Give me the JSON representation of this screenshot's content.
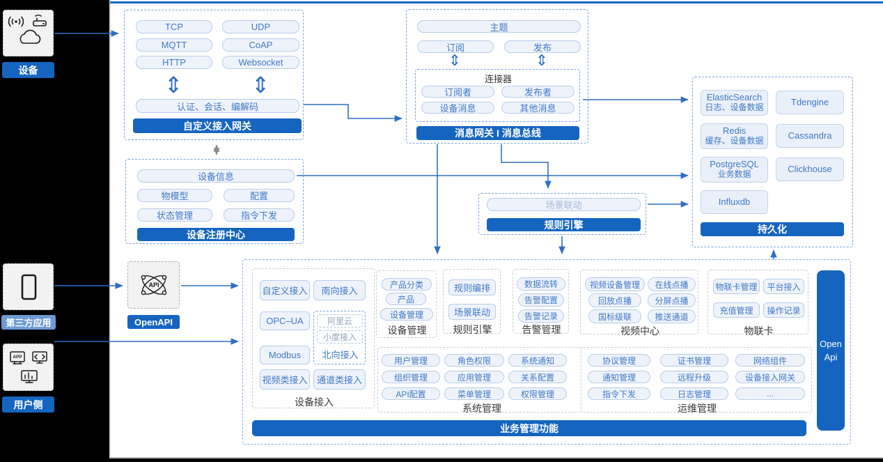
{
  "icons": {
    "updown_arrow": "⇕"
  },
  "left_rail": {
    "device": {
      "label": "设备"
    },
    "third_party": {
      "label": "第三方应用"
    },
    "user_side": {
      "label": "用户侧",
      "icon_app_text": "APP"
    }
  },
  "gateway_box": {
    "protocols": [
      "TCP",
      "UDP",
      "MQTT",
      "CoAP",
      "HTTP",
      "Websocket"
    ],
    "auth_pill": "认证、会话、编解码",
    "title": "自定义接入网关"
  },
  "message_box": {
    "topic": "主题",
    "subscribe": "订阅",
    "publish": "发布",
    "connector_title": "连接器",
    "connector_items": [
      "订阅者",
      "发布者",
      "设备消息",
      "其他消息"
    ],
    "title": "消息网关 I 消息总线"
  },
  "persistence_box": {
    "stores": [
      {
        "name": "ElasticSearch",
        "sub": "日志、设备数据"
      },
      {
        "name": "Tdengine",
        "sub": ""
      },
      {
        "name": "Redis",
        "sub": "缓存、设备数据"
      },
      {
        "name": "Cassandra",
        "sub": ""
      },
      {
        "name": "PostgreSQL",
        "sub": "业务数据"
      },
      {
        "name": "Clickhouse",
        "sub": ""
      },
      {
        "name": "Influxdb",
        "sub": ""
      }
    ],
    "title": "持久化"
  },
  "registry_box": {
    "device_info": "设备信息",
    "pills": [
      "物模型",
      "配置",
      "状态管理",
      "指令下发"
    ],
    "title": "设备注册中心"
  },
  "rule_box": {
    "pill": "场景联动",
    "title": "规则引擎"
  },
  "openapi": {
    "label": "OpenAPI",
    "icon_text": "API"
  },
  "business_box": {
    "title": "业务管理功能",
    "open_api_bar": {
      "line1": "Open",
      "line2": "Api"
    },
    "device_access": {
      "label": "设备接入",
      "left_pills": [
        "自定义接入",
        "OPC–UA",
        "Modbus",
        "视频类接入"
      ],
      "right_top": "南向接入",
      "north_box": {
        "pills": [
          "阿里云",
          "小度接入"
        ],
        "label": "北向接入"
      },
      "right_bottom": "通道类接入"
    },
    "device_mgmt": {
      "label": "设备管理",
      "pills": [
        "产品分类",
        "产品",
        "设备管理"
      ]
    },
    "rule_engine": {
      "label": "规则引擎",
      "pills": [
        "规则编排",
        "场景联动"
      ]
    },
    "alarm_mgmt": {
      "label": "告警管理",
      "pills": [
        "数据流转",
        "告警配置",
        "告警记录"
      ]
    },
    "video_center": {
      "label": "视频中心",
      "pills": [
        "视频设备管理",
        "在线点播",
        "回放点播",
        "分屏点播",
        "国标级联",
        "推送通道"
      ]
    },
    "iot_card": {
      "label": "物联卡",
      "pills": [
        "物联卡管理",
        "平台接入",
        "充值管理",
        "操作记录"
      ]
    },
    "system_mgmt": {
      "label": "系统管理",
      "pills": [
        "用户管理",
        "角色权限",
        "系统通知",
        "组织管理",
        "应用管理",
        "关系配置",
        "API配置",
        "菜单管理",
        "权限管理"
      ]
    },
    "ops_mgmt": {
      "label": "运维管理",
      "pills": [
        "协议管理",
        "证书管理",
        "网络组件",
        "通知管理",
        "远程升级",
        "设备接入网关",
        "指令下发",
        "日志管理",
        "..."
      ]
    }
  },
  "colors": {
    "accent": "#1565c0",
    "pill_text": "#4079c7",
    "badge_light": "#6e9ad5",
    "arrow": "#2e6fc4"
  }
}
